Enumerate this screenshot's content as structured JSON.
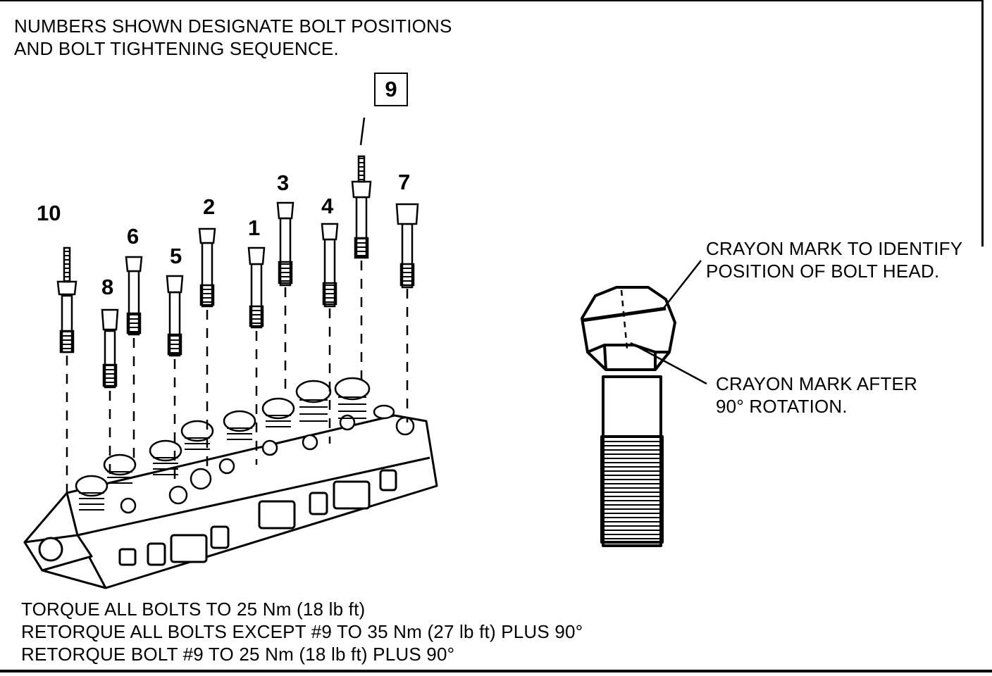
{
  "heading": {
    "line1": "NUMBERS SHOWN DESIGNATE BOLT POSITIONS",
    "line2": "AND BOLT TIGHTENING SEQUENCE."
  },
  "bolts": {
    "b1": "1",
    "b2": "2",
    "b3": "3",
    "b4": "4",
    "b5": "5",
    "b6": "6",
    "b7": "7",
    "b8": "8",
    "b9": "9",
    "b10": "10"
  },
  "callouts": {
    "crayon_mark_identify": {
      "line1": "CRAYON MARK TO IDENTIFY",
      "line2": "POSITION OF BOLT HEAD."
    },
    "crayon_mark_after": {
      "line1": "CRAYON MARK AFTER",
      "line2": "90° ROTATION."
    }
  },
  "torque_specs": {
    "line1": "TORQUE ALL BOLTS TO 25 Nm (18 lb ft)",
    "line2": "RETORQUE ALL BOLTS EXCEPT #9 TO 35 Nm (27 lb ft) PLUS 90°",
    "line3": "RETORQUE BOLT #9 TO 25 Nm (18 lb ft) PLUS 90°"
  }
}
